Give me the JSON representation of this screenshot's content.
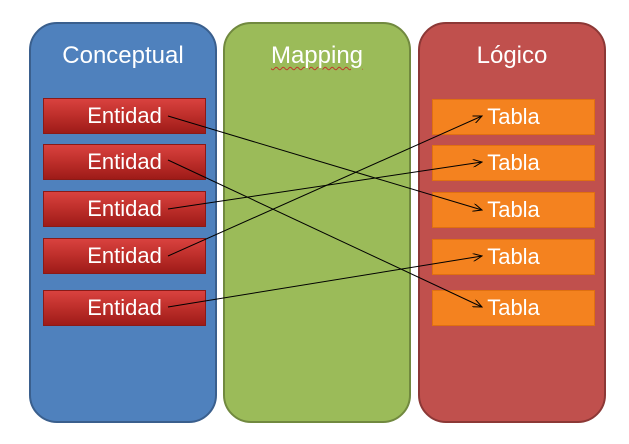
{
  "columns": {
    "conceptual": {
      "title": "Conceptual"
    },
    "mapping": {
      "title": "Mapping"
    },
    "logico": {
      "title": "Lógico"
    }
  },
  "entidades": [
    "Entidad",
    "Entidad",
    "Entidad",
    "Entidad",
    "Entidad"
  ],
  "tablas": [
    "Tabla",
    "Tabla",
    "Tabla",
    "Tabla",
    "Tabla"
  ],
  "links": [
    {
      "from": 1,
      "to": 3
    },
    {
      "from": 2,
      "to": 5
    },
    {
      "from": 3,
      "to": 2
    },
    {
      "from": 4,
      "to": 1
    },
    {
      "from": 5,
      "to": 4
    }
  ],
  "colors": {
    "conceptual": "#4f81bd",
    "mapping": "#9bbb59",
    "logico": "#c0504d",
    "entidad": "#c0302c",
    "tabla": "#f4821f"
  }
}
